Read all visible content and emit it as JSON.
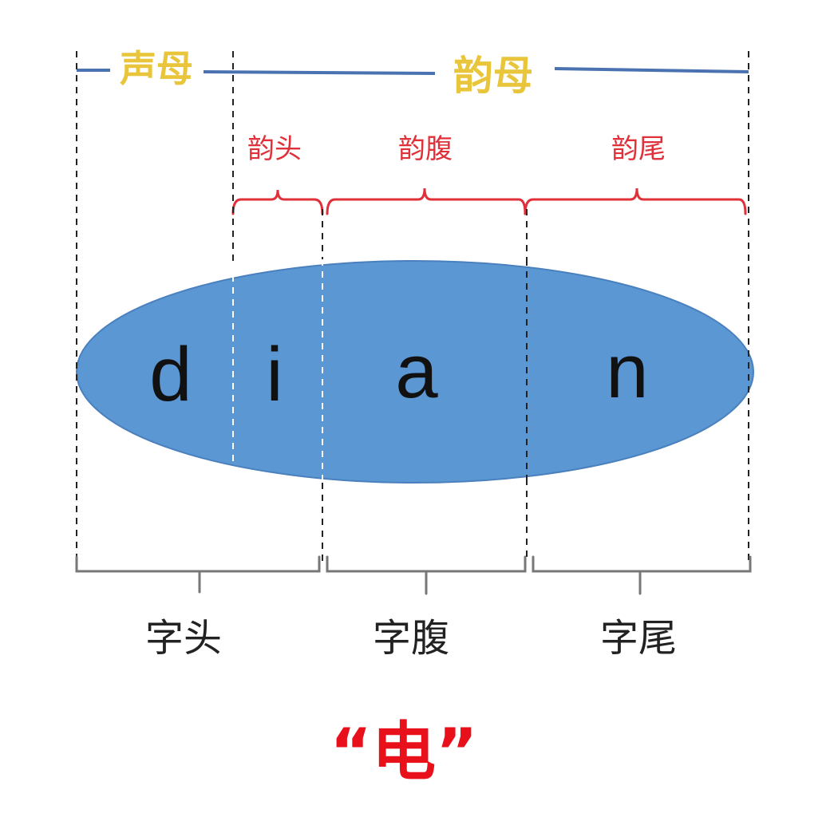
{
  "top_labels": {
    "initial": "声母",
    "final": "韵母"
  },
  "final_parts": {
    "head": "韵头",
    "belly": "韵腹",
    "tail": "韵尾"
  },
  "syllable_letters": [
    "d",
    "i",
    "a",
    "n"
  ],
  "character_parts": {
    "head": "字头",
    "belly": "字腹",
    "tail": "字尾"
  },
  "character": "“电”",
  "colors": {
    "yellow": "#e8c53a",
    "blue_line": "#4a72b0",
    "red": "#e0303a",
    "ellipse": "#5b97d3",
    "ellipse_stroke": "#4a80be",
    "gray_bracket": "#777777",
    "character_red": "#e8101a"
  }
}
